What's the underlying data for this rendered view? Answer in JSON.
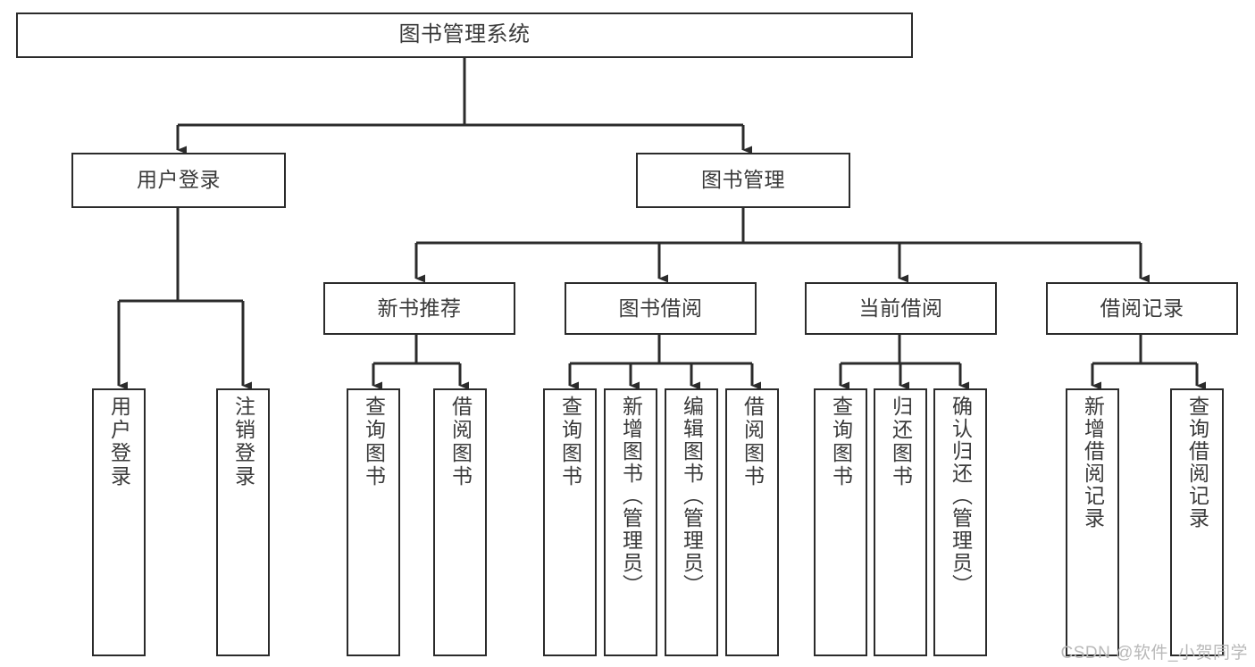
{
  "diagram": {
    "title": "图书管理系统",
    "type": "tree",
    "background_color": "#ffffff",
    "line_color": "#2b2b2b",
    "text_color": "#3a3a3a",
    "root": {
      "id": "root",
      "label": "图书管理系统"
    },
    "level2": [
      {
        "id": "user-login",
        "label": "用户登录"
      },
      {
        "id": "book-manage",
        "label": "图书管理"
      }
    ],
    "level3": [
      {
        "id": "new-book-recommend",
        "label": "新书推荐",
        "parent": "book-manage"
      },
      {
        "id": "book-borrow",
        "label": "图书借阅",
        "parent": "book-manage"
      },
      {
        "id": "current-borrow",
        "label": "当前借阅",
        "parent": "book-manage"
      },
      {
        "id": "borrow-record",
        "label": "借阅记录",
        "parent": "book-manage"
      }
    ],
    "leaves": [
      {
        "id": "leaf-user-login",
        "label": "用户登录",
        "parent": "user-login"
      },
      {
        "id": "leaf-logout",
        "label": "注销登录",
        "parent": "user-login"
      },
      {
        "id": "leaf-query-book-1",
        "label": "查询图书",
        "parent": "new-book-recommend"
      },
      {
        "id": "leaf-borrow-book-1",
        "label": "借阅图书",
        "parent": "new-book-recommend"
      },
      {
        "id": "leaf-query-book-2",
        "label": "查询图书",
        "parent": "book-borrow"
      },
      {
        "id": "leaf-add-book",
        "label": "新增图书（管理员）",
        "parent": "book-borrow"
      },
      {
        "id": "leaf-edit-book",
        "label": "编辑图书（管理员）",
        "parent": "book-borrow"
      },
      {
        "id": "leaf-borrow-book-2",
        "label": "借阅图书",
        "parent": "book-borrow"
      },
      {
        "id": "leaf-query-book-3",
        "label": "查询图书",
        "parent": "current-borrow"
      },
      {
        "id": "leaf-return-book",
        "label": "归还图书",
        "parent": "current-borrow"
      },
      {
        "id": "leaf-confirm-return",
        "label": "确认归还（管理员）",
        "parent": "current-borrow"
      },
      {
        "id": "leaf-add-record",
        "label": "新增借阅记录",
        "parent": "borrow-record"
      },
      {
        "id": "leaf-query-record",
        "label": "查询借阅记录",
        "parent": "borrow-record"
      }
    ],
    "watermark": "CSDN @软件_小贺同学"
  }
}
